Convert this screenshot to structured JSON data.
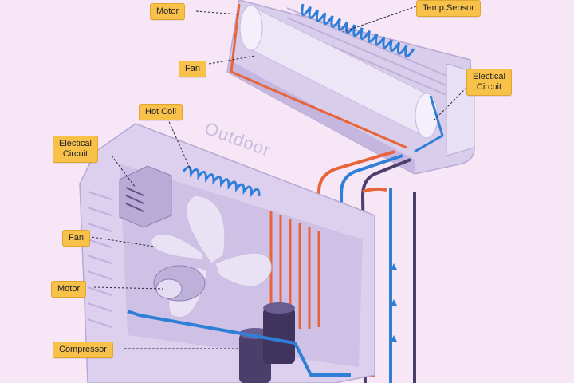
{
  "labels": {
    "motor_indoor": "Motor",
    "temp_sensor": "Temp.Sensor",
    "fan_indoor": "Fan",
    "electrical_circuit_indoor": "Electical\nCircuit",
    "hot_coil": "Hot Coil",
    "electrical_circuit_outdoor": "Electical\nCircuit",
    "fan_outdoor": "Fan",
    "motor_outdoor": "Motor",
    "compressor": "Compressor"
  },
  "outdoor_unit": {
    "title": "Outdoor"
  },
  "colors": {
    "background": "#f6e6f6",
    "label_fill": "#f7c14a",
    "hot_pipe": "#e8643a",
    "cold_pipe": "#2f7fd8",
    "dark_pipe": "#4a3f6b",
    "unit_body": "#dcd0ee"
  },
  "icons": [
    "flow-arrow-up-icon",
    "flow-arrow-down-icon"
  ]
}
